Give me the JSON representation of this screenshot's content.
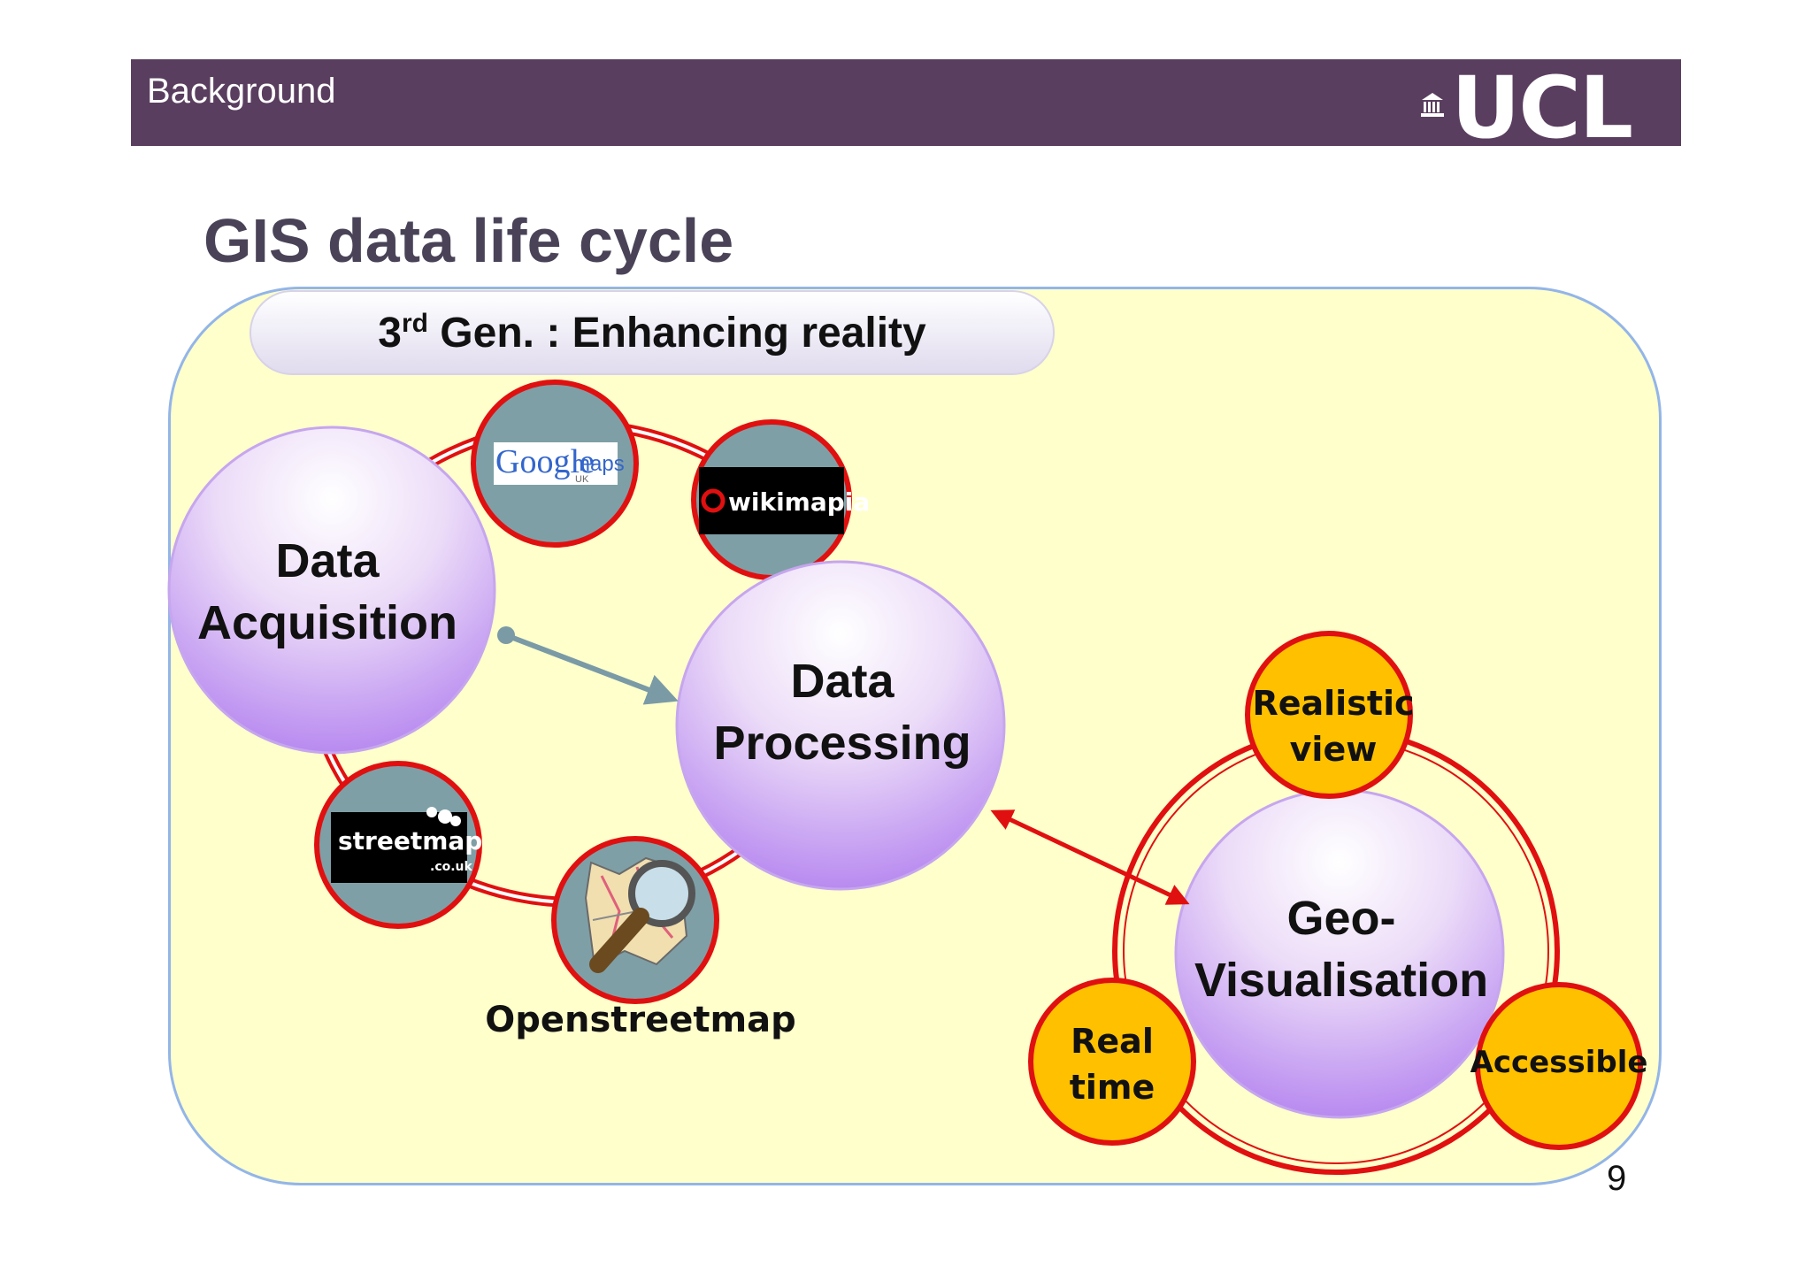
{
  "header": {
    "section": "Background",
    "logo_text": "UCL"
  },
  "slide": {
    "title": "GIS data life cycle",
    "page_number": "9"
  },
  "generation": {
    "prefix": "3",
    "superscript": "rd",
    "text": " Gen. : Enhancing reality"
  },
  "nodes": {
    "acquisition": [
      "Data",
      "Acquisition"
    ],
    "processing": [
      "Data",
      "Processing"
    ],
    "geo": [
      "Geo-",
      "Visualisation"
    ]
  },
  "sources": {
    "google": {
      "brand": "Google",
      "product": "maps",
      "region": "UK"
    },
    "wikimapia": "wikimapia",
    "streetmap": {
      "name": "streetmap",
      "suffix": ".co.uk"
    },
    "openstreetmap": "Openstreetmap"
  },
  "features": {
    "realistic": [
      "Realistic",
      "view"
    ],
    "realtime": [
      "Real",
      "time"
    ],
    "accessible": [
      "Accessible"
    ]
  },
  "colors": {
    "header_bg": "#5a3e5f",
    "panel_bg": "#ffffcc",
    "ring_red": "#e01010",
    "feature_fill": "#ffc000",
    "source_fill": "#7f9fa6",
    "arrow_teal": "#7a9aa6"
  }
}
